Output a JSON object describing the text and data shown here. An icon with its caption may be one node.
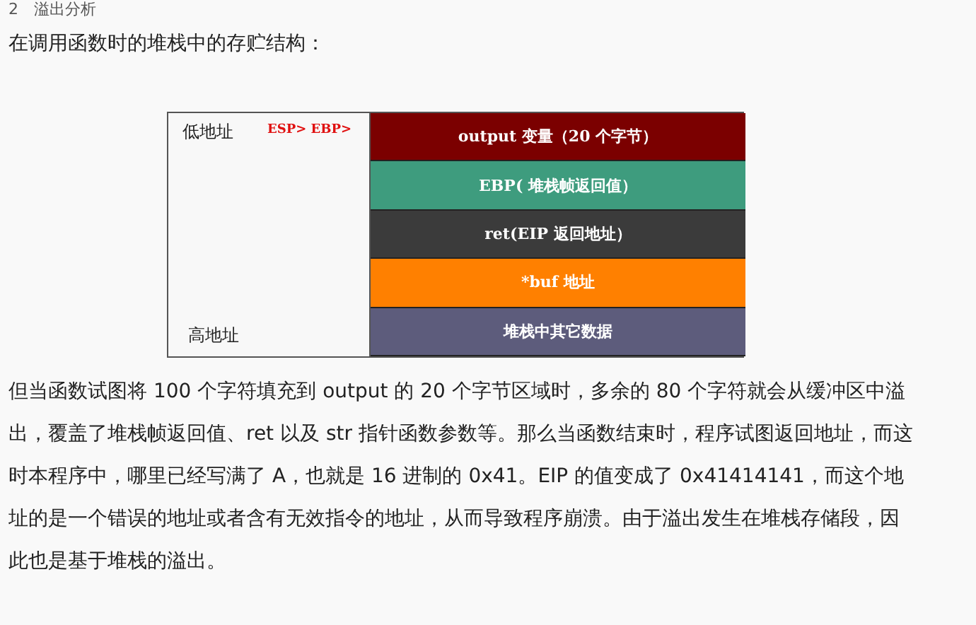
{
  "diagram": {
    "nodes": [
      {
        "text": [
          "output 变量（20 个字节）"
        ]
      },
      {
        "text": [
          "EBP( 堆栈帧返回值）"
        ]
      },
      {
        "text": [
          "ret(EIP 返回地址）"
        ]
      },
      {
        "text": [
          "*buf 地址"
        ]
      },
      {
        "text": [
          "堆栈中其它数据"
        ]
      }
    ],
    "labels": [
      "2　溢出分析",
      "在调用函数时的堆栈中的存贮结构：",
      "低地址",
      "ESP> EBP>",
      "高地址",
      "但当函数试图将 100 个字符填充到 output 的 20 个字节区域时，多余的 80 个字符就会从缓冲区中溢出，覆盖了堆栈帧返回值、ret 以及 str 指针函数参数等。那么当函数结束时，程序试图返回地址，而这时本程序中，哪里已经写满了 A，也就是 16 进制的 0x41。EIP 的值变成了 0x41414141，而这个地址的是一个错误的地址或者含有无效指令的地址，从而导致程序崩溃。由于溢出发生在堆栈存储段，因此也是基于堆栈的溢出。"
    ]
  }
}
